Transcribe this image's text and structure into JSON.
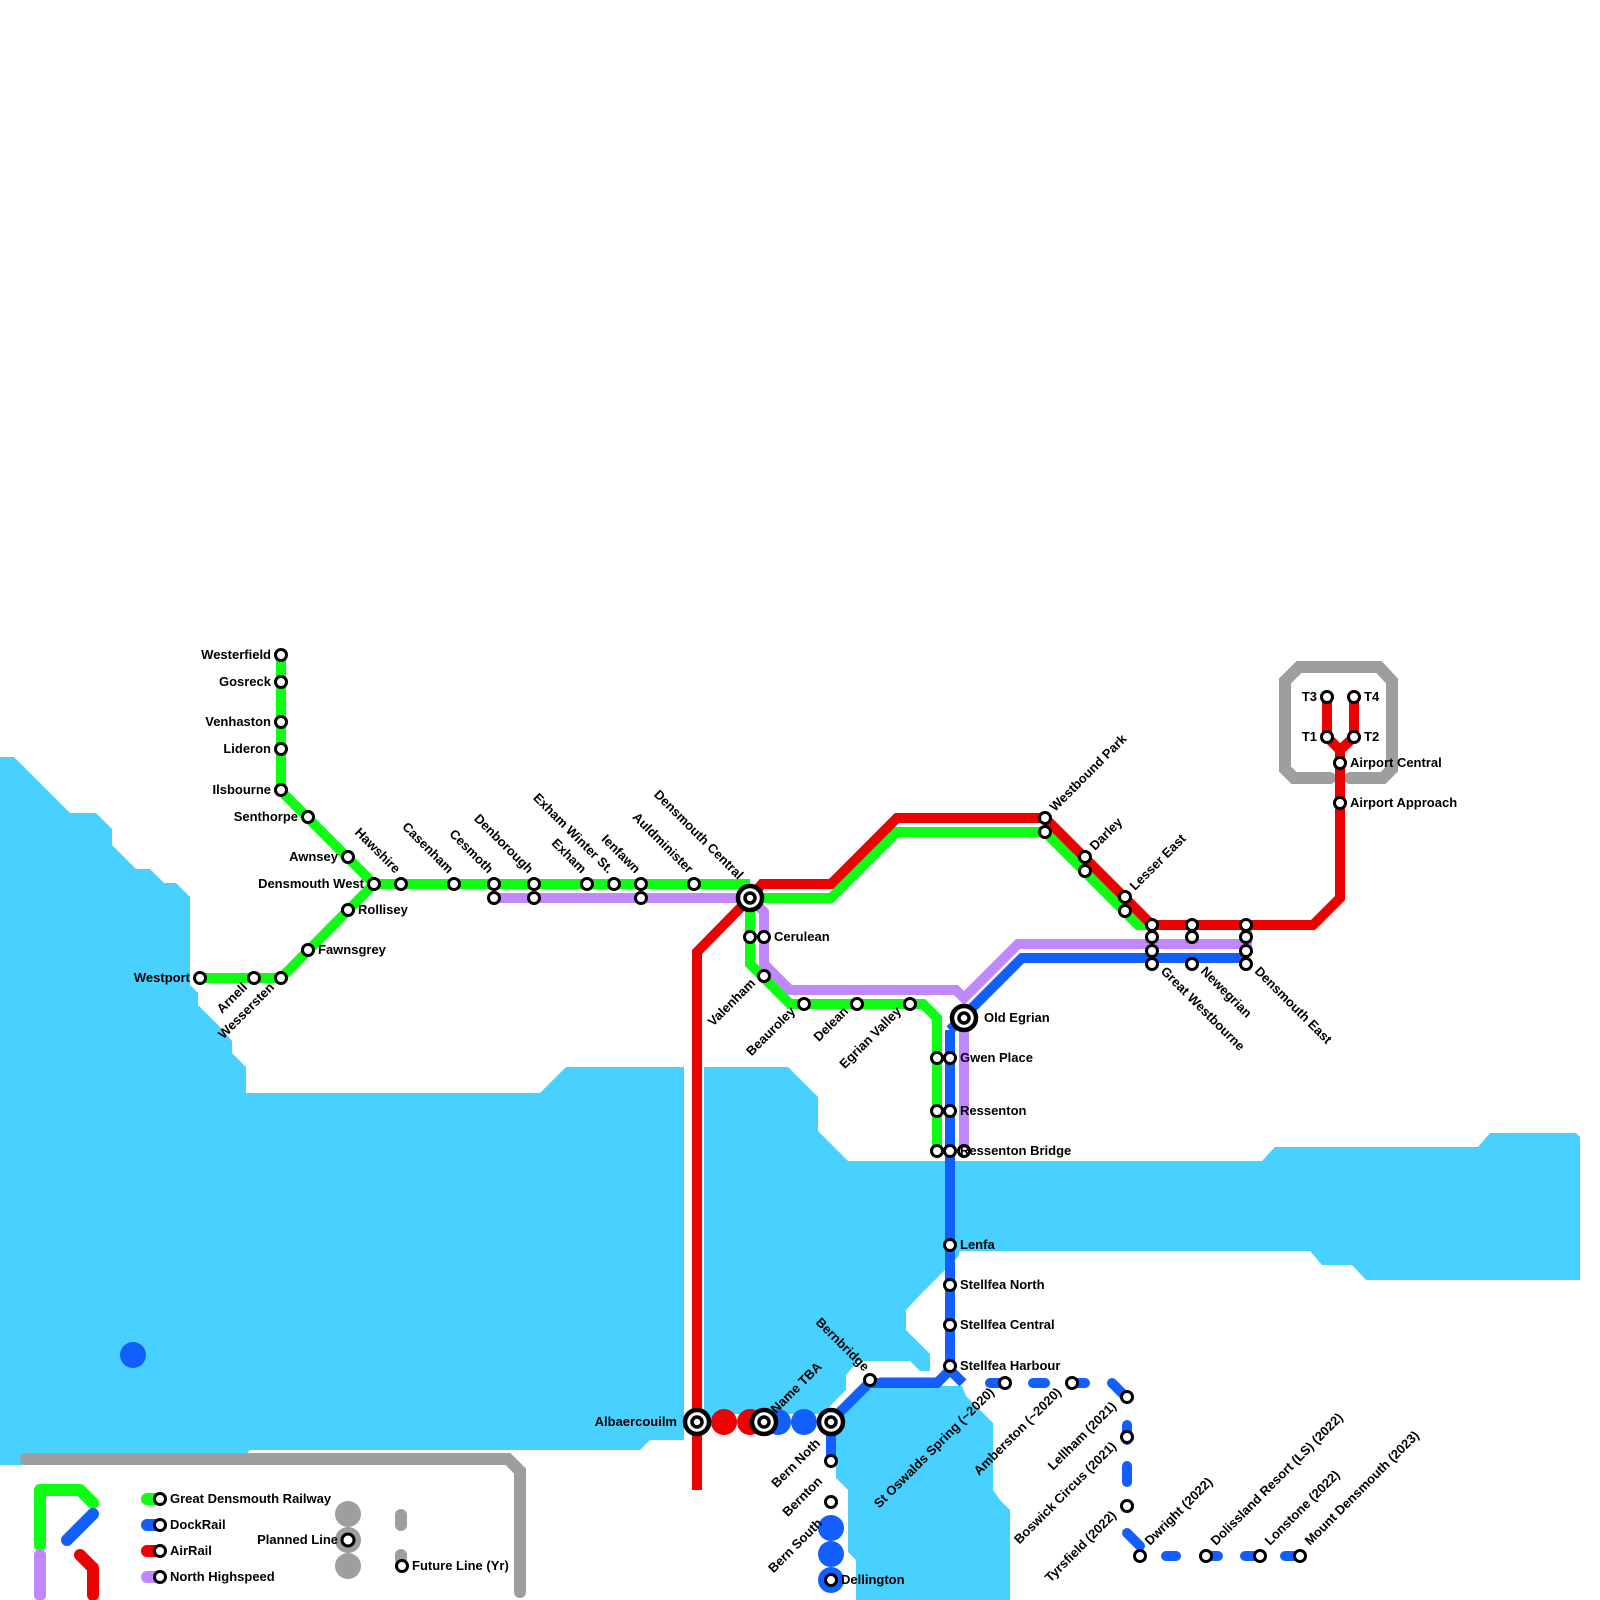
{
  "map_title": "Densmouth Rail Network",
  "colors": {
    "great_densmouth_railway": "#0ffd15",
    "dockrail": "#135ffe",
    "airrail": "#ea0201",
    "north_highspeed": "#c088fd",
    "planned": "#9e9e9e",
    "water": "#48d0fe",
    "station_fill": "#ffffff",
    "station_stroke": "#000000"
  },
  "legend": {
    "lines": [
      {
        "name": "Great Densmouth Railway",
        "color": "#0ffd15"
      },
      {
        "name": "DockRail",
        "color": "#135ffe"
      },
      {
        "name": "AirRail",
        "color": "#ea0201"
      },
      {
        "name": "North Highspeed",
        "color": "#c088fd"
      }
    ],
    "planned_label": "Planned Line",
    "future_label": "Future Line (Yr)"
  },
  "lines": {
    "great_densmouth_railway": {
      "name": "Great Densmouth Railway",
      "stations": [
        "Westerfield",
        "Gosreck",
        "Venhaston",
        "Lideron",
        "Ilsbourne",
        "Senthorpe",
        "Awnsey",
        "Densmouth West",
        "Hawshire",
        "Casenham",
        "Cesmoth",
        "Denborough",
        "Exham",
        "Exham Winter St.",
        "Ienfawn",
        "Auldminister",
        "Densmouth Central",
        "Cerulean",
        "Valenham",
        "Beauroley",
        "Delean",
        "Egrian Valley",
        "Gwen Place",
        "Ressenton",
        "Ressenton Bridge",
        "Westbound Park",
        "Darley",
        "Lesser East",
        "Great Westbourne",
        "Newegrian",
        "Densmouth East",
        "Rollisey",
        "Fawnsgrey",
        "Wessersten",
        "Arnell",
        "Westport"
      ]
    },
    "dockrail": {
      "name": "DockRail",
      "stations": [
        "Old Egrian",
        "Gwen Place",
        "Ressenton",
        "Ressenton Bridge",
        "Lenfa",
        "Stellfea North",
        "Stellfea Central",
        "Stellfea Harbour",
        "Bernbridge",
        "Great Westbourne",
        "Newegrian",
        "Densmouth East"
      ]
    },
    "airrail": {
      "name": "AirRail",
      "stations": [
        "Albaercouilm",
        "Densmouth Central",
        "Westbound Park",
        "Darley",
        "Lesser East",
        "Great Westbourne",
        "Newegrian",
        "Densmouth East",
        "Airport Approach",
        "Airport Central",
        "T1",
        "T2",
        "T3",
        "T4"
      ]
    },
    "north_highspeed": {
      "name": "North Highspeed",
      "stations": [
        "Cesmoth",
        "Denborough",
        "Ienfawn",
        "Densmouth Central",
        "Cerulean",
        "Old Egrian",
        "Gwen Place",
        "Ressenton",
        "Ressenton Bridge",
        "Great Westbourne",
        "Densmouth East"
      ]
    },
    "planned": {
      "name": "Planned Line",
      "stations": [
        "Albaercouilm",
        "Name TBA",
        "Bern Noth",
        "Bernton",
        "Bern South",
        "Dellington"
      ]
    },
    "future": {
      "name": "Future Line",
      "stations": [
        "St Oswalds Spring (~2020)",
        "Amberston (~2020)",
        "Lellham (2021)",
        "Boswick Circus (2021)",
        "Tyrsfield (2022)",
        "Dwright (2022)",
        "Dolissland Resort (LS) (2022)",
        "Lonstone (2022)",
        "Mount Densmouth (2023)"
      ]
    }
  },
  "labels": {
    "westerfield": "Westerfield",
    "gosreck": "Gosreck",
    "venhaston": "Venhaston",
    "lideron": "Lideron",
    "ilsbourne": "Ilsbourne",
    "senthorpe": "Senthorpe",
    "awnsey": "Awnsey",
    "densmouth_west": "Densmouth West",
    "hawshire": "Hawshire",
    "rollisey": "Rollisey",
    "fawnsgrey": "Fawnsgrey",
    "westport": "Westport",
    "arnell": "Arnell",
    "wessersten": "Wessersten",
    "casenham": "Casenham",
    "cesmoth": "Cesmoth",
    "denborough": "Denborough",
    "exham": "Exham",
    "exham_winter_st": "Exham Winter St.",
    "ienfawn": "Ienfawn",
    "auldminister": "Auldminister",
    "densmouth_central": "Densmouth Central",
    "cerulean": "Cerulean",
    "valenham": "Valenham",
    "beauroley": "Beauroley",
    "delean": "Delean",
    "egrian_valley": "Egrian Valley",
    "old_egrian": "Old Egrian",
    "gwen_place": "Gwen Place",
    "ressenton": "Ressenton",
    "ressenton_bridge": "Ressenton Bridge",
    "westbound_park": "Westbound Park",
    "darley": "Darley",
    "lesser_east": "Lesser East",
    "great_westbourne": "Great Westbourne",
    "newegrian": "Newegrian",
    "densmouth_east": "Densmouth East",
    "t1": "T1",
    "t2": "T2",
    "t3": "T3",
    "t4": "T4",
    "airport_central": "Airport Central",
    "airport_approach": "Airport Approach",
    "lenfa": "Lenfa",
    "stellfea_north": "Stellfea North",
    "stellfea_central": "Stellfea Central",
    "stellfea_harbour": "Stellfea Harbour",
    "bernbridge": "Bernbridge",
    "albaercouilm": "Albaercouilm",
    "name_tba": "Name TBA",
    "bern_noth": "Bern Noth",
    "bernton": "Bernton",
    "bern_south": "Bern South",
    "dellington": "Dellington",
    "st_oswalds_spring": "St Oswalds Spring (~2020)",
    "amberston": "Amberston (~2020)",
    "lellham": "Lellham (2021)",
    "boswick_circus": "Boswick Circus (2021)",
    "tyrsfield": "Tyrsfield (2022)",
    "dwright": "Dwright (2022)",
    "dolissland_resort": "Dolissland Resort (LS) (2022)",
    "lonstone": "Lonstone (2022)",
    "mount_densmouth": "Mount Densmouth (2023)"
  }
}
